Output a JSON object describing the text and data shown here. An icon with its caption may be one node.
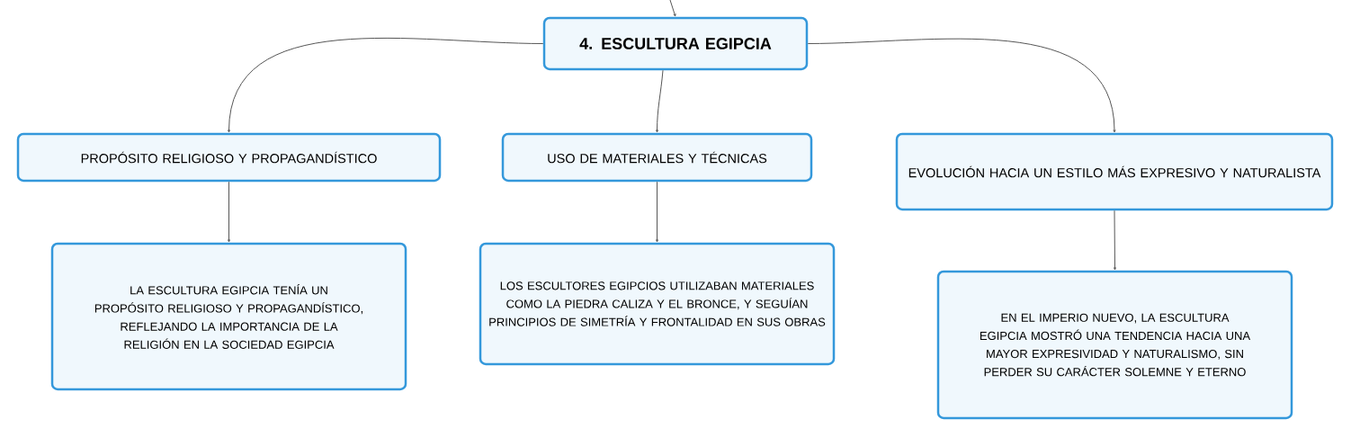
{
  "diagram": {
    "nodes": [
      {
        "text": [
          "4. ESCULTURA EGIPCIA"
        ]
      },
      {
        "text": [
          "PROPÓSITO RELIGIOSO Y PROPAGANDÍSTICO"
        ]
      },
      {
        "text": [
          "USO DE MATERIALES Y TÉCNICAS"
        ]
      },
      {
        "text": [
          "EVOLUCIÓN HACIA UN ESTILO MÁS EXPRESIVO Y NATURALISTA"
        ]
      },
      {
        "text": [
          "LA ESCULTURA EGIPCIA TENÍA UN PROPÓSITO RELIGIOSO Y PROPAGANDÍSTICO, REFLEJANDO LA IMPORTANCIA DE LA RELIGIÓN EN LA SOCIEDAD EGIPCIA"
        ]
      },
      {
        "text": [
          "LOS ESCULTORES EGIPCIOS UTILIZABAN MATERIALES COMO LA PIEDRA CALIZA Y EL BRONCE, Y SEGUÍAN PRINCIPIOS DE SIMETRÍA Y FRONTALIDAD EN SUS OBRAS"
        ]
      },
      {
        "text": [
          "EN EL IMPERIO NUEVO, LA ESCULTURA EGIPCIA MOSTRÓ UNA TENDENCIA HACIA UNA MAYOR EXPRESIVIDAD Y NATURALISMO, SIN PERDER SU CARÁCTER SOLEMNE Y ETERNO"
        ]
      }
    ],
    "edges": [
      {
        "from": null,
        "to": 0,
        "arrow": "to"
      },
      {
        "from": 0,
        "to": 1,
        "arrow": "to"
      },
      {
        "from": 0,
        "to": 2,
        "arrow": "to"
      },
      {
        "from": 0,
        "to": 3,
        "arrow": "to"
      },
      {
        "from": 1,
        "to": 4,
        "arrow": "to"
      },
      {
        "from": 2,
        "to": 5,
        "arrow": "to"
      },
      {
        "from": 3,
        "to": 6,
        "arrow": "to"
      }
    ]
  }
}
